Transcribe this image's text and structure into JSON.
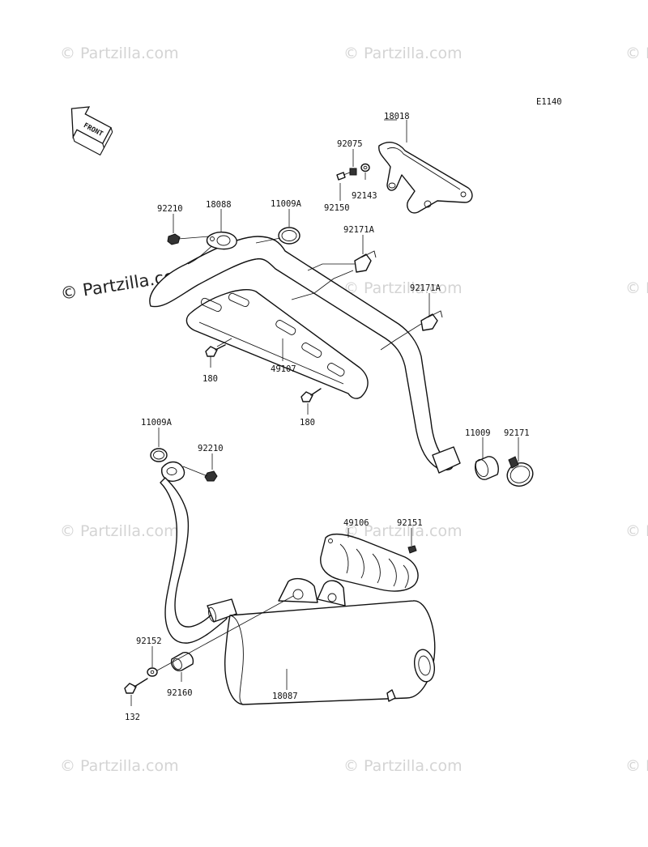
{
  "diagram_code": "E1140",
  "front_label": "FRONT",
  "watermark_text": "© Partzilla.com",
  "labels": {
    "p18018": "18018",
    "p92075": "92075",
    "p92143": "92143",
    "p92150": "92150",
    "p92210_top": "92210",
    "p18088": "18088",
    "p11009A_top": "11009A",
    "p92171A_1": "92171A",
    "p92171A_2": "92171A",
    "p180_1": "180",
    "p49107": "49107",
    "p180_2": "180",
    "p11009A_low": "11009A",
    "p92210_low": "92210",
    "p11009": "11009",
    "p92171": "92171",
    "p49106": "49106",
    "p92151": "92151",
    "p92152": "92152",
    "p92160": "92160",
    "p18087": "18087",
    "p132": "132"
  },
  "colors": {
    "line": "#111111",
    "watermark": "#d4d4d4"
  }
}
